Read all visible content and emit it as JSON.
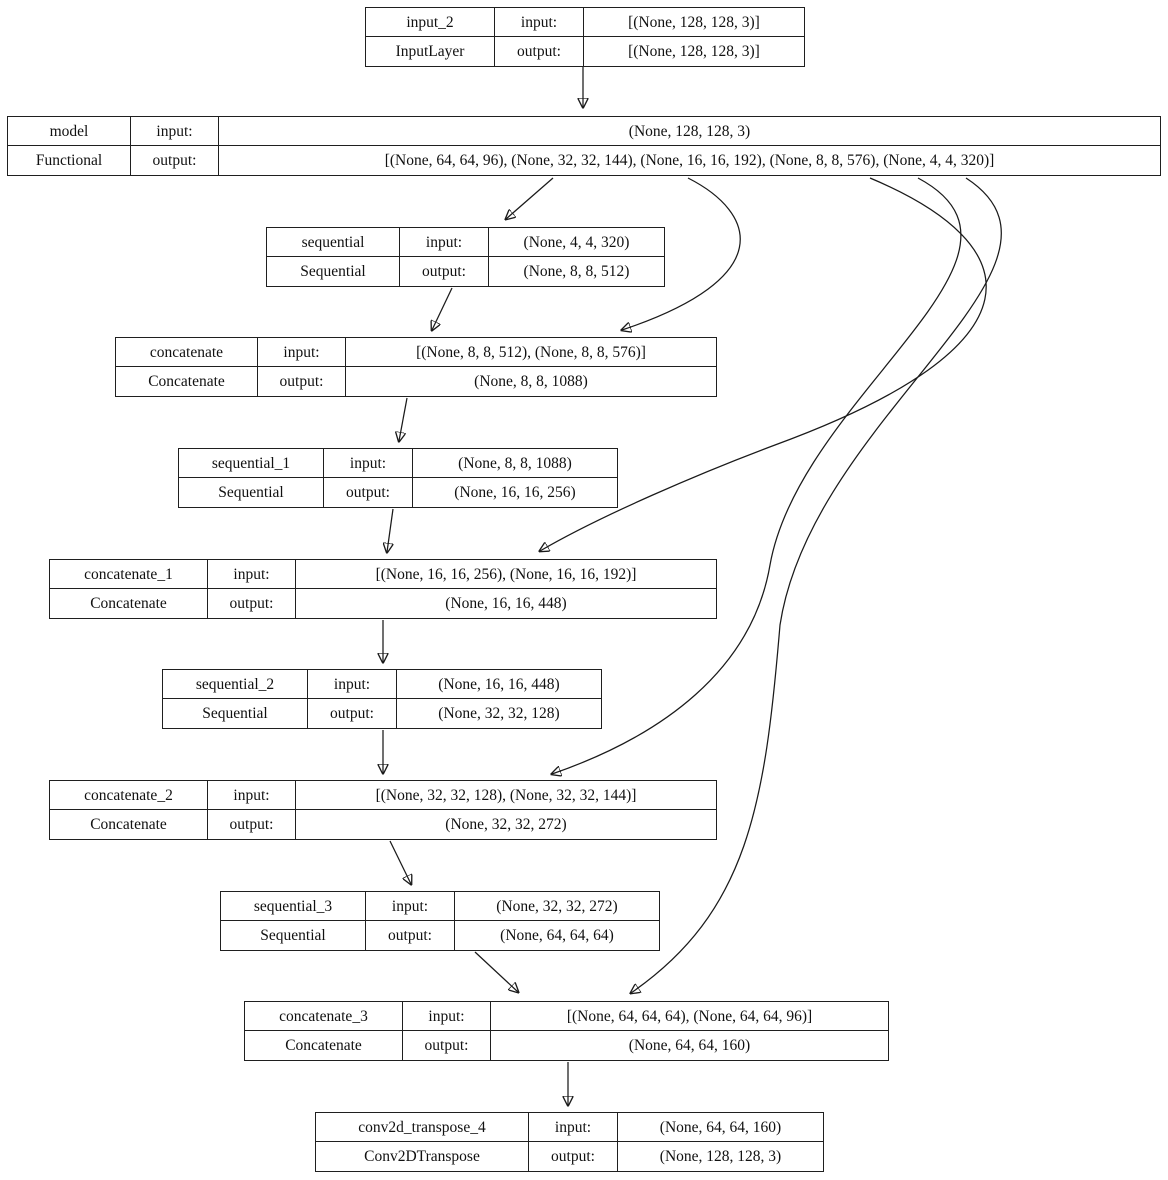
{
  "diagram": {
    "kind": "keras-model-plot",
    "labels": {
      "input": "input:",
      "output": "output:"
    },
    "nodes": [
      {
        "id": "input_2",
        "name": "input_2",
        "class_name": "InputLayer",
        "input": "[(None, 128, 128, 3)]",
        "output": "[(None, 128, 128, 3)]"
      },
      {
        "id": "model",
        "name": "model",
        "class_name": "Functional",
        "input": "(None, 128, 128, 3)",
        "output": "[(None, 64, 64, 96), (None, 32, 32, 144), (None, 16, 16, 192), (None, 8, 8, 576), (None, 4, 4, 320)]"
      },
      {
        "id": "sequential",
        "name": "sequential",
        "class_name": "Sequential",
        "input": "(None, 4, 4, 320)",
        "output": "(None, 8, 8, 512)"
      },
      {
        "id": "concatenate",
        "name": "concatenate",
        "class_name": "Concatenate",
        "input": "[(None, 8, 8, 512), (None, 8, 8, 576)]",
        "output": "(None, 8, 8, 1088)"
      },
      {
        "id": "sequential_1",
        "name": "sequential_1",
        "class_name": "Sequential",
        "input": "(None, 8, 8, 1088)",
        "output": "(None, 16, 16, 256)"
      },
      {
        "id": "concatenate_1",
        "name": "concatenate_1",
        "class_name": "Concatenate",
        "input": "[(None, 16, 16, 256), (None, 16, 16, 192)]",
        "output": "(None, 16, 16, 448)"
      },
      {
        "id": "sequential_2",
        "name": "sequential_2",
        "class_name": "Sequential",
        "input": "(None, 16, 16, 448)",
        "output": "(None, 32, 32, 128)"
      },
      {
        "id": "concatenate_2",
        "name": "concatenate_2",
        "class_name": "Concatenate",
        "input": "[(None, 32, 32, 128), (None, 32, 32, 144)]",
        "output": "(None, 32, 32, 272)"
      },
      {
        "id": "sequential_3",
        "name": "sequential_3",
        "class_name": "Sequential",
        "input": "(None, 32, 32, 272)",
        "output": "(None, 64, 64, 64)"
      },
      {
        "id": "concatenate_3",
        "name": "concatenate_3",
        "class_name": "Concatenate",
        "input": "[(None, 64, 64, 64), (None, 64, 64, 96)]",
        "output": "(None, 64, 64, 160)"
      },
      {
        "id": "conv2d_transpose_4",
        "name": "conv2d_transpose_4",
        "class_name": "Conv2DTranspose",
        "input": "(None, 64, 64, 160)",
        "output": "(None, 128, 128, 3)"
      }
    ],
    "edges": [
      {
        "from": "input_2",
        "to": "model"
      },
      {
        "from": "model",
        "to": "sequential"
      },
      {
        "from": "model",
        "to": "concatenate"
      },
      {
        "from": "model",
        "to": "concatenate_1"
      },
      {
        "from": "model",
        "to": "concatenate_2"
      },
      {
        "from": "model",
        "to": "concatenate_3"
      },
      {
        "from": "sequential",
        "to": "concatenate"
      },
      {
        "from": "concatenate",
        "to": "sequential_1"
      },
      {
        "from": "sequential_1",
        "to": "concatenate_1"
      },
      {
        "from": "concatenate_1",
        "to": "sequential_2"
      },
      {
        "from": "sequential_2",
        "to": "concatenate_2"
      },
      {
        "from": "concatenate_2",
        "to": "sequential_3"
      },
      {
        "from": "sequential_3",
        "to": "concatenate_3"
      },
      {
        "from": "concatenate_3",
        "to": "conv2d_transpose_4"
      }
    ],
    "colors": {
      "line": "#1a1a1a",
      "background": "#ffffff",
      "text": "#111111"
    }
  }
}
